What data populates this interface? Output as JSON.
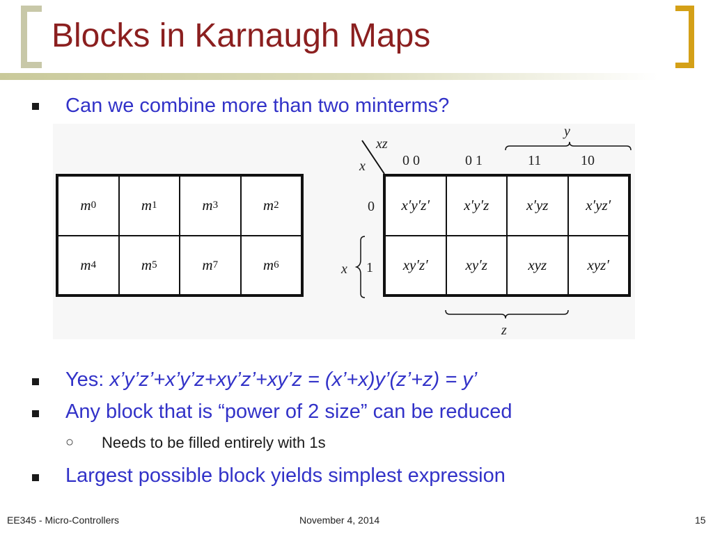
{
  "title": "Blocks in Karnaugh Maps",
  "bullets": {
    "b1": "Can we combine more than two minterms?",
    "b2_prefix": "Yes: ",
    "b2_expr": "x’y’z’+x’y’z+xy’z’+xy’z = (x’+x)y’(z’+z) = y’",
    "b3": "Any block that is “power of 2 size” can be reduced",
    "b3_sub": "Needs to be filled entirely with 1s",
    "b4": "Largest possible block yields simplest expression"
  },
  "kmap_minterms": {
    "row0": [
      {
        "base": "m",
        "sub": "0"
      },
      {
        "base": "m",
        "sub": "1"
      },
      {
        "base": "m",
        "sub": "3"
      },
      {
        "base": "m",
        "sub": "2"
      }
    ],
    "row1": [
      {
        "base": "m",
        "sub": "4"
      },
      {
        "base": "m",
        "sub": "5"
      },
      {
        "base": "m",
        "sub": "7"
      },
      {
        "base": "m",
        "sub": "6"
      }
    ]
  },
  "kmap_terms": {
    "corner_top": "xz",
    "corner_left": "x",
    "col_headers": [
      "0 0",
      "0 1",
      "11",
      "10"
    ],
    "row_headers": [
      "0",
      "1"
    ],
    "row0": [
      "x′y′z′",
      "x′y′z",
      "x′yz",
      "x′yz′"
    ],
    "row1": [
      "xy′z′",
      "xy′z",
      "xyz",
      "xyz′"
    ],
    "brace_top": "y",
    "brace_left": "x",
    "brace_bottom": "z"
  },
  "footer": {
    "left": "EE345 - Micro-Controllers",
    "center": "November 4, 2014",
    "right": "15"
  }
}
